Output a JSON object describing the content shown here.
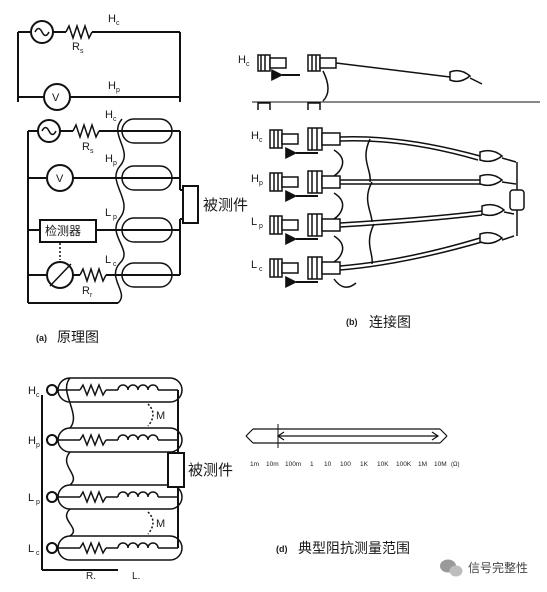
{
  "panel_a": {
    "top": {
      "hc": "H",
      "hc_sub": "c",
      "rs": "R",
      "rs_sub": "s",
      "hp": "H",
      "hp_sub": "p",
      "v": "V"
    },
    "main": {
      "hc": "H",
      "hc_sub": "c",
      "rs": "R",
      "rs_sub": "s",
      "hp": "H",
      "hp_sub": "p",
      "v": "V",
      "lp": "L",
      "lp_sub": "p",
      "lc": "L",
      "lc_sub": "c",
      "rr": "R",
      "rr_sub": "r",
      "detector": "检测器",
      "dut": "被测件"
    },
    "caption_tag": "(a)",
    "caption_text": "原理图"
  },
  "panel_b": {
    "top_label": "H",
    "top_label_sub": "c",
    "labels": [
      {
        "main": "H",
        "sub": "c"
      },
      {
        "main": "H",
        "sub": "p"
      },
      {
        "main": "L",
        "sub": "p"
      },
      {
        "main": "L",
        "sub": "c"
      }
    ],
    "caption_tag": "(b)",
    "caption_text": "连接图"
  },
  "panel_c": {
    "labels": [
      {
        "main": "H",
        "sub": "c"
      },
      {
        "main": "H",
        "sub": "p"
      },
      {
        "main": "L",
        "sub": "p"
      },
      {
        "main": "L",
        "sub": "c"
      }
    ],
    "m1": "M",
    "m2": "M",
    "r_label": "R.",
    "l_label": "L.",
    "dut": "被测件"
  },
  "panel_d": {
    "ticks": [
      "1m",
      "10m",
      "100m",
      "1",
      "10",
      "100",
      "1K",
      "10K",
      "100K",
      "1M",
      "10M"
    ],
    "unit": "(Ω)",
    "caption_tag": "(d)",
    "caption_text": "典型阻抗测量范围"
  },
  "watermark": {
    "text": "信号完整性"
  }
}
